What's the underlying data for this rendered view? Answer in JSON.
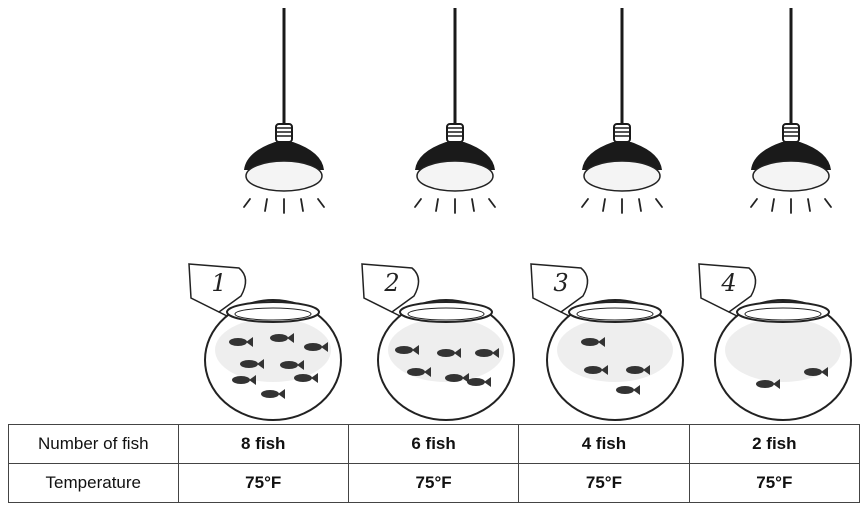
{
  "tanks": [
    {
      "label": "1",
      "fish": "8 fish",
      "temp": "75°F"
    },
    {
      "label": "2",
      "fish": "6 fish",
      "temp": "75°F"
    },
    {
      "label": "3",
      "fish": "4 fish",
      "temp": "75°F"
    },
    {
      "label": "4",
      "fish": "2 fish",
      "temp": "75°F"
    }
  ],
  "table": {
    "row1_label": "Number of fish",
    "row2_label": "Temperature"
  },
  "colors": {
    "ink": "#222222",
    "lamp": "#1a1a1a",
    "bulb": "#f4f4f4",
    "water": "#e8e8e8"
  }
}
